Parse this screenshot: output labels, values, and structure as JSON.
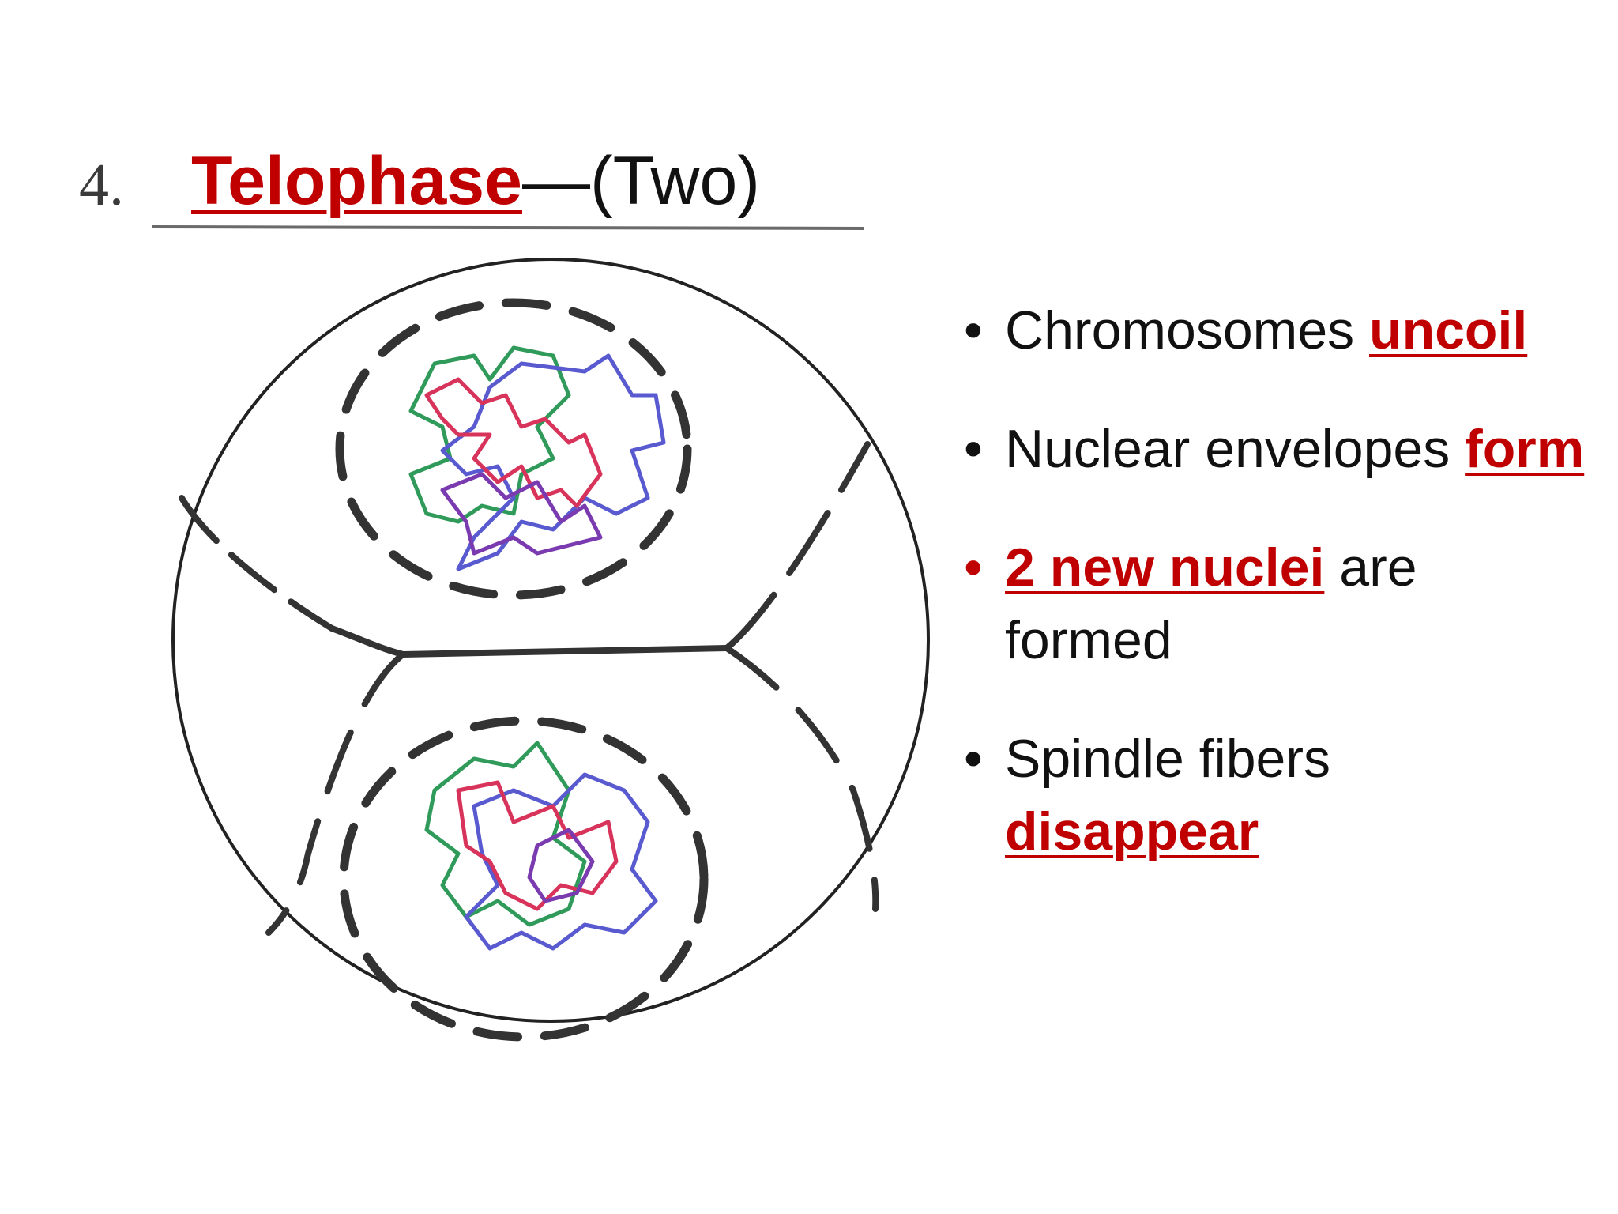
{
  "worksheet": {
    "number": "4."
  },
  "title": {
    "term": "Telophase",
    "suffix": "—(Two)"
  },
  "colors": {
    "accent": "#c00000",
    "text": "#111111"
  },
  "bullets": [
    {
      "text": "Chromosomes ",
      "keyword": "uncoil",
      "after": "",
      "bullet_color": "black"
    },
    {
      "text": "Nuclear envelopes ",
      "keyword": "form",
      "after": "",
      "bullet_color": "black"
    },
    {
      "text": "",
      "keyword": "2 new nuclei",
      "after": " are formed",
      "bullet_color": "red"
    },
    {
      "text": "Spindle fibers ",
      "keyword": "disappear",
      "after": "",
      "bullet_color": "black"
    }
  ]
}
